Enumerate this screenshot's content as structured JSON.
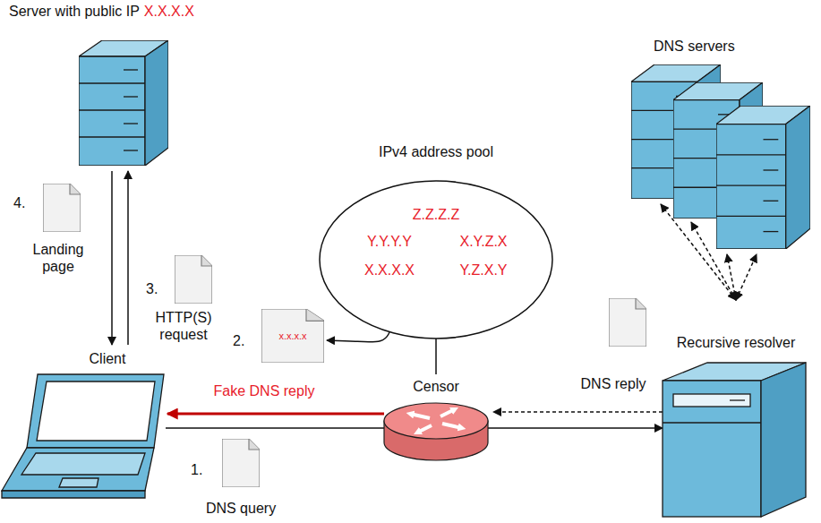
{
  "diagram": {
    "nodes": [
      {
        "text": [
          "Server with public IP",
          "X.X.X.X"
        ]
      },
      {
        "text": [
          "DNS servers"
        ]
      },
      {
        "text": [
          "IPv4 address pool",
          "Z.Z.Z.Z",
          "Y.Y.Y.Y",
          "X.Y.Z.X",
          "X.X.X.X",
          "Y.Z.X.Y"
        ]
      },
      {
        "text": [
          "4.",
          "Landing page"
        ]
      },
      {
        "text": [
          "3.",
          "HTTP(S) request"
        ]
      },
      {
        "text": [
          "2.",
          "x.x.x.x"
        ]
      },
      {
        "text": [
          "Client"
        ]
      },
      {
        "text": [
          "Censor"
        ]
      },
      {
        "text": [
          "DNS reply"
        ]
      },
      {
        "text": [
          "Recursive resolver"
        ]
      },
      {
        "text": [
          "1.",
          "DNS query"
        ]
      }
    ],
    "edges": [
      {
        "from": 6,
        "to": 0,
        "arrow": "to"
      },
      {
        "from": 0,
        "to": 6,
        "arrow": "to"
      },
      {
        "from": 6,
        "to": 9,
        "arrow": "to"
      },
      {
        "from": 7,
        "to": 6,
        "arrow": "to",
        "label": "Fake DNS reply"
      },
      {
        "from": 9,
        "to": 7,
        "arrow": "to"
      },
      {
        "from": 9,
        "to": 1,
        "arrow": "both"
      },
      {
        "from": 9,
        "to": 1,
        "arrow": "both"
      },
      {
        "from": 9,
        "to": 1,
        "arrow": "both"
      },
      {
        "from": 9,
        "to": 1,
        "arrow": "both"
      },
      {
        "from": 2,
        "to": 5,
        "arrow": "to"
      },
      {
        "from": 2,
        "to": 7,
        "arrow": "none"
      }
    ]
  }
}
